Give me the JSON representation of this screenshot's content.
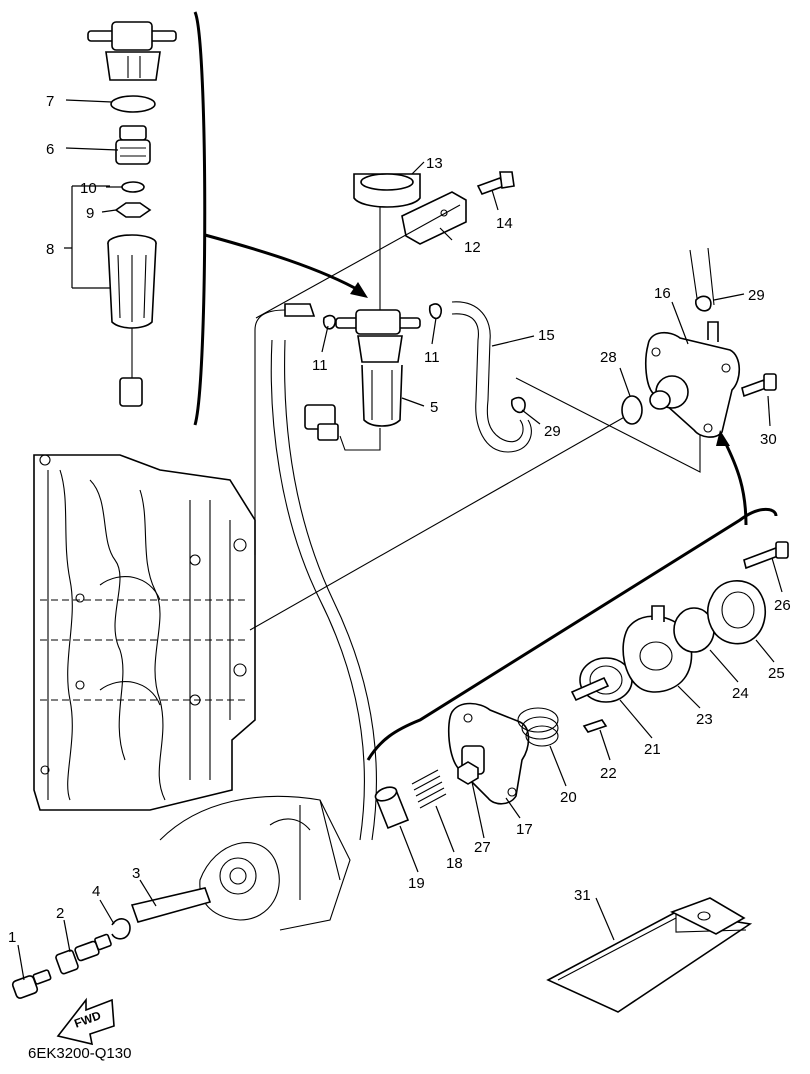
{
  "document_code": "6EK3200-Q130",
  "direction_arrow": "FWD",
  "callouts": [
    {
      "id": "c1",
      "text": "1"
    },
    {
      "id": "c2",
      "text": "2"
    },
    {
      "id": "c3",
      "text": "3"
    },
    {
      "id": "c4",
      "text": "4"
    },
    {
      "id": "c5",
      "text": "5"
    },
    {
      "id": "c6",
      "text": "6"
    },
    {
      "id": "c7",
      "text": "7"
    },
    {
      "id": "c8",
      "text": "8"
    },
    {
      "id": "c9",
      "text": "9"
    },
    {
      "id": "c10",
      "text": "10"
    },
    {
      "id": "c11a",
      "text": "11"
    },
    {
      "id": "c11b",
      "text": "11"
    },
    {
      "id": "c12",
      "text": "12"
    },
    {
      "id": "c13",
      "text": "13"
    },
    {
      "id": "c14",
      "text": "14"
    },
    {
      "id": "c15",
      "text": "15"
    },
    {
      "id": "c16",
      "text": "16"
    },
    {
      "id": "c17",
      "text": "17"
    },
    {
      "id": "c18",
      "text": "18"
    },
    {
      "id": "c19",
      "text": "19"
    },
    {
      "id": "c20",
      "text": "20"
    },
    {
      "id": "c21",
      "text": "21"
    },
    {
      "id": "c22",
      "text": "22"
    },
    {
      "id": "c23",
      "text": "23"
    },
    {
      "id": "c24",
      "text": "24"
    },
    {
      "id": "c25",
      "text": "25"
    },
    {
      "id": "c26",
      "text": "26"
    },
    {
      "id": "c27",
      "text": "27"
    },
    {
      "id": "c28",
      "text": "28"
    },
    {
      "id": "c29a",
      "text": "29"
    },
    {
      "id": "c29b",
      "text": "29"
    },
    {
      "id": "c30",
      "text": "30"
    },
    {
      "id": "c31",
      "text": "31"
    }
  ]
}
